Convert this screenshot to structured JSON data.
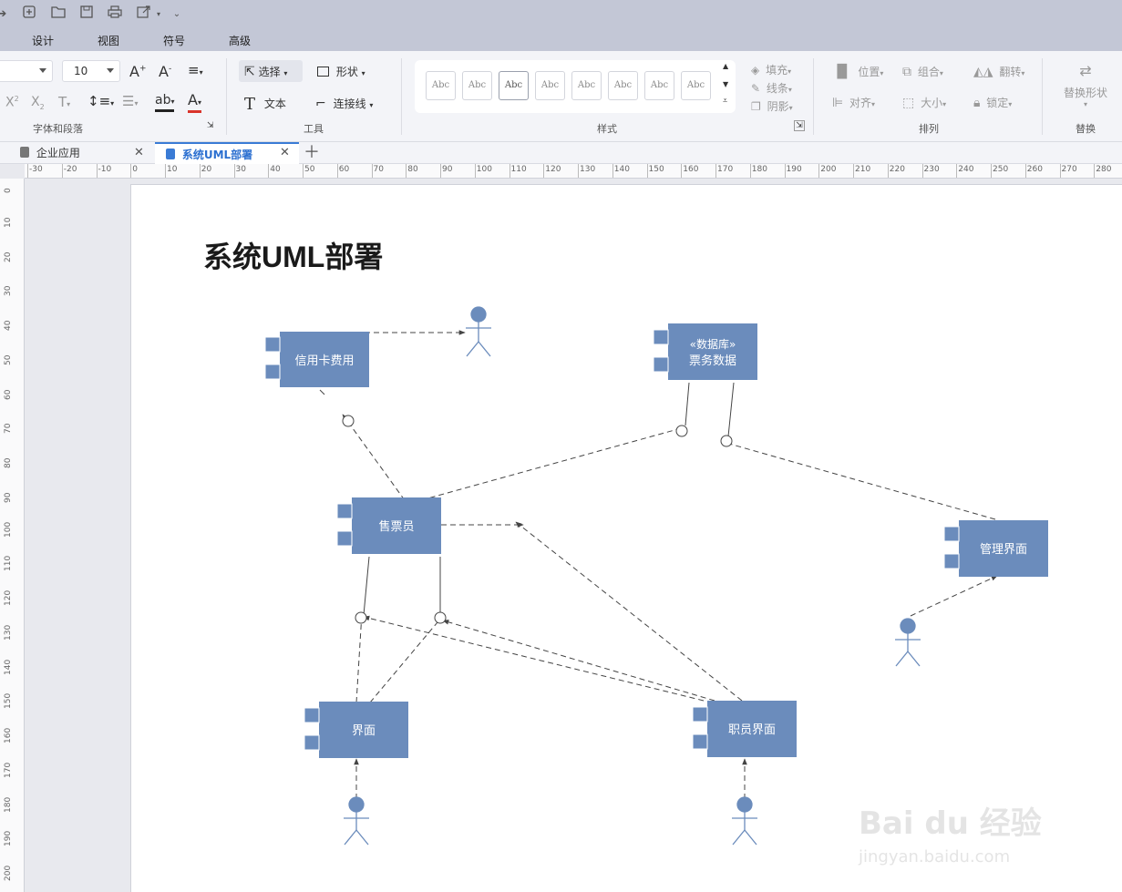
{
  "menu": [
    "设计",
    "视图",
    "符号",
    "高级"
  ],
  "ribbon": {
    "font_size": "10",
    "groups": {
      "font": "字体和段落",
      "tools": "工具",
      "style": "样式",
      "arrange": "排列",
      "replace": "替换"
    },
    "tools": {
      "select": "选择",
      "shape": "形状",
      "text": "文本",
      "connector": "连接线"
    },
    "style_swatch": "Abc",
    "style_options": [
      "填充",
      "线条",
      "阴影"
    ],
    "arrange": {
      "position": "位置",
      "group": "组合",
      "flip": "翻转",
      "align": "对齐",
      "size": "大小",
      "lock": "锁定"
    },
    "replace_shape": "替换形状"
  },
  "tabs": [
    {
      "label": "企业应用",
      "active": false
    },
    {
      "label": "系统UML部署",
      "active": true
    }
  ],
  "ruler_h": [
    "-30",
    "-20",
    "-10",
    "0",
    "10",
    "20",
    "30",
    "40",
    "50",
    "60",
    "70",
    "80",
    "90",
    "100",
    "110",
    "120",
    "130",
    "140",
    "150",
    "160",
    "170",
    "180",
    "190",
    "200",
    "210",
    "220",
    "230",
    "240",
    "250",
    "260",
    "270",
    "280"
  ],
  "ruler_v": [
    "0",
    "10",
    "20",
    "30",
    "40",
    "50",
    "60",
    "70",
    "80",
    "90",
    "100",
    "110",
    "120",
    "130",
    "140",
    "150",
    "160",
    "170",
    "180",
    "190",
    "200"
  ],
  "diagram": {
    "title": "系统UML部署",
    "components": {
      "credit_card": "信用卡费用",
      "database_stereotype": "«数据库»",
      "database_name": "票务数据",
      "clerk": "售票员",
      "admin_ui": "管理界面",
      "ui": "界面",
      "staff_ui": "职员界面"
    },
    "colors": {
      "component_fill": "#6b8cbc",
      "actor_fill": "#6b8cbc",
      "connector": "#444444"
    }
  },
  "watermark": {
    "brand": "Bai du 经验",
    "url": "jingyan.baidu.com"
  }
}
